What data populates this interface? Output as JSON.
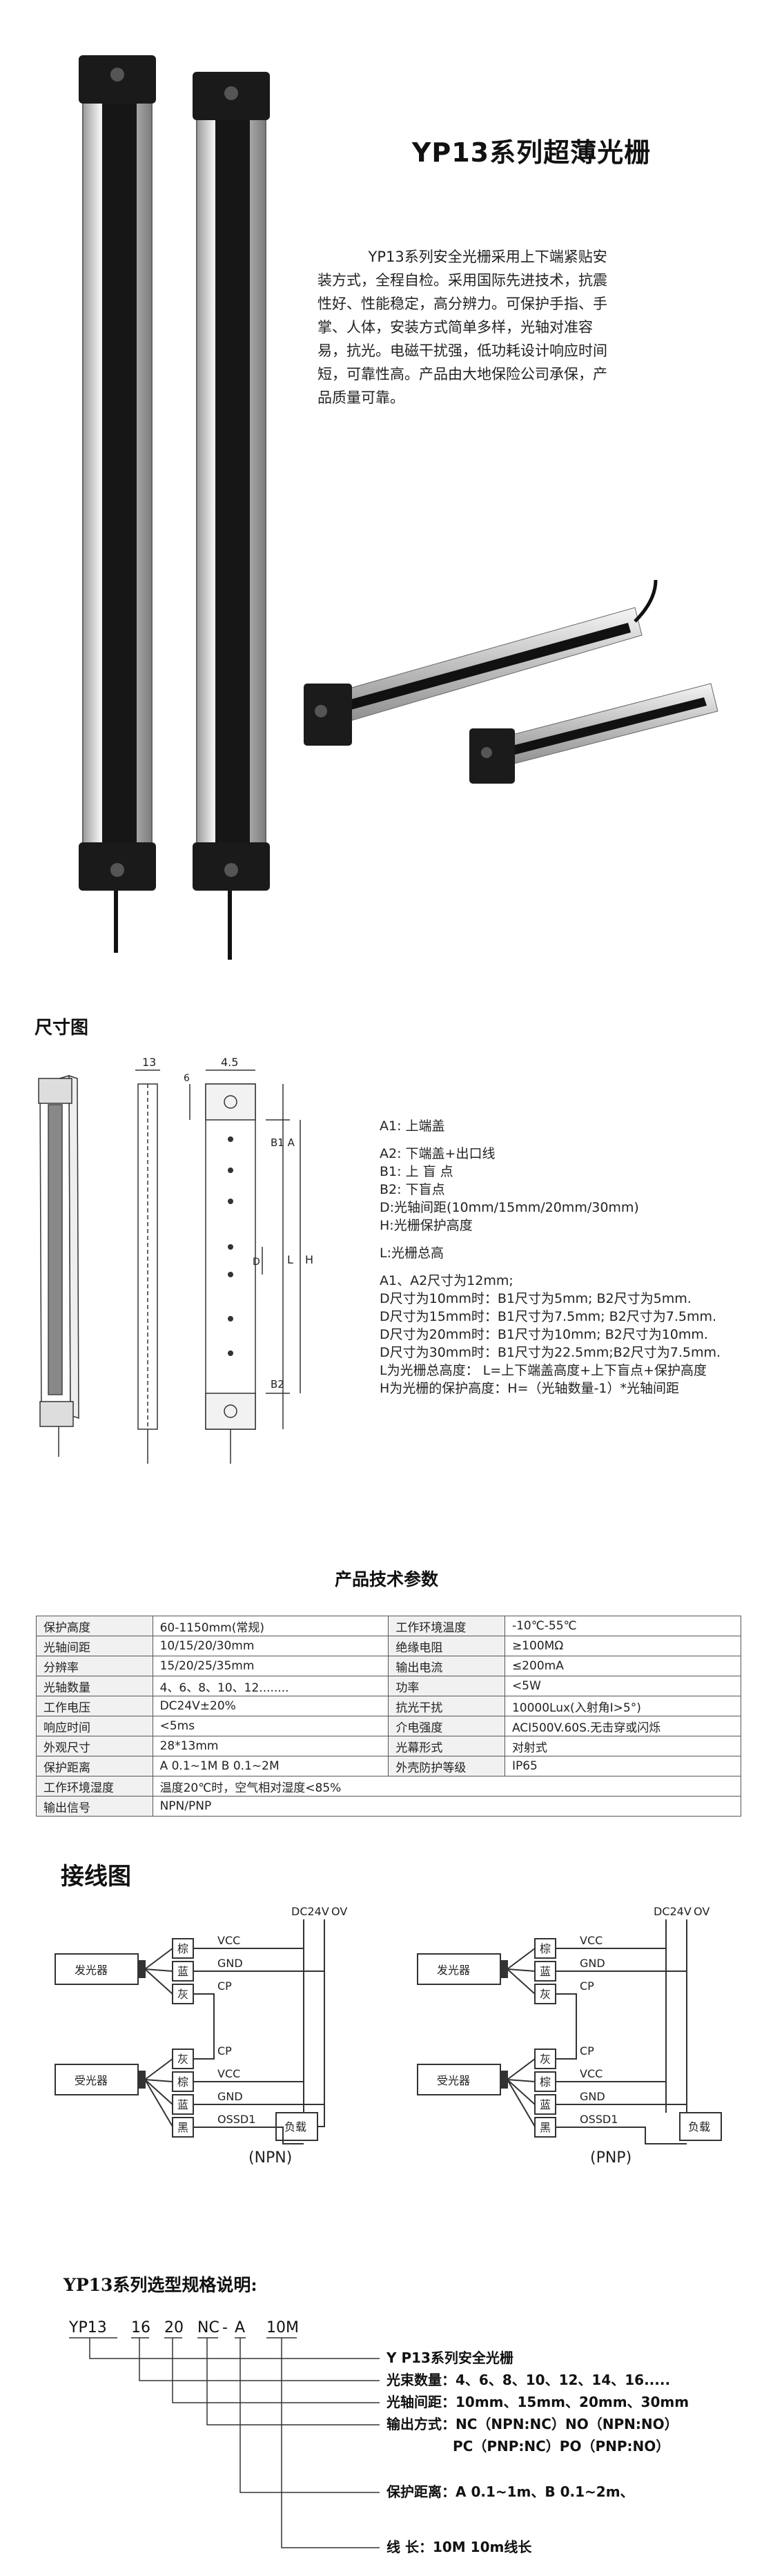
{
  "header": {
    "title": "YP13系列超薄光栅",
    "intro": "YP13系列安全光栅采用上下端紧贴安装方式，全程自检。采用国际先进技术，抗震性好、性能稳定，高分辨力。可保护手指、手掌、人体，安装方式简单多样，光轴对准容易，抗光。电磁干扰强，低功耗设计响应时间短，可靠性高。产品由大地保险公司承保，产品质量可靠。"
  },
  "dimensions": {
    "heading": "尺寸图",
    "width_label": "13",
    "depth_label": "4.5",
    "offset_label": "6",
    "drawing_labels": {
      "b1a": "B1 A",
      "h": "H",
      "l": "L",
      "d": "D",
      "b2": "B2"
    },
    "notes": [
      "A1: 上端盖",
      "A2: 下端盖+出口线",
      "B1: 上 盲 点",
      "B2: 下盲点",
      "D:光轴间距(10mm/15mm/20mm/30mm)",
      "H:光栅保护高度",
      "L:光栅总高",
      "A1、A2尺寸为12mm;",
      "D尺寸为10mm时：B1尺寸为5mm;      B2尺寸为5mm.",
      "D尺寸为15mm时：B1尺寸为7.5mm;  B2尺寸为7.5mm.",
      "D尺寸为20mm时：B1尺寸为10mm;    B2尺寸为10mm.",
      "D尺寸为30mm时：B1尺寸为22.5mm;B2尺寸为7.5mm.",
      "L为光栅总高度：   L=上下端盖高度+上下盲点+保护高度",
      "H为光栅的保护高度：H=（光轴数量-1）*光轴间距"
    ]
  },
  "spec": {
    "heading": "产品技术参数",
    "rows": [
      [
        "保护高度",
        "60-1150mm(常规)",
        "工作环境温度",
        "-10℃-55℃"
      ],
      [
        "光轴间距",
        "10/15/20/30mm",
        "绝缘电阻",
        "≥100MΩ"
      ],
      [
        "分辨率",
        "15/20/25/35mm",
        "输出电流",
        "≤200mA"
      ],
      [
        "光轴数量",
        "4、6、8、10、12........",
        "功率",
        "<5W"
      ],
      [
        "工作电压",
        "DC24V±20%",
        "抗光干扰",
        "10000Lux(入射角I>5°)"
      ],
      [
        "响应时间",
        "<5ms",
        "介电强度",
        "ACI500V.60S.无击穿或闪烁"
      ],
      [
        "外观尺寸",
        "28*13mm",
        "光幕形式",
        "对射式"
      ],
      [
        "保护距离",
        "A 0.1~1M     B 0.1~2M",
        "外壳防护等级",
        "IP65"
      ]
    ],
    "wide_rows": [
      [
        "工作环境湿度",
        "温度20℃时，空气相对湿度<85%"
      ],
      [
        "输出信号",
        "NPN/PNP"
      ]
    ]
  },
  "wiring": {
    "heading": "接线图",
    "emitter": "发光器",
    "receiver": "受光器",
    "supply_pos": "DC24V",
    "supply_neg": "OV",
    "colors": [
      "棕",
      "蓝",
      "灰",
      "灰",
      "棕",
      "蓝",
      "黑"
    ],
    "signals": [
      "VCC",
      "GND",
      "CP",
      "CP",
      "VCC",
      "GND",
      "OSSD1"
    ],
    "load": "负载",
    "npn_caption": "(NPN)",
    "pnp_caption": "(PNP)"
  },
  "selection": {
    "heading": "YP13系列选型规格说明:",
    "code_parts": [
      "YP13",
      "16",
      "20",
      "NC",
      "-",
      "A",
      "10M"
    ],
    "lines": [
      "Y P13系列安全光栅",
      "光束数量：4、6、8、10、12、14、16.....",
      "光轴间距：10mm、15mm、20mm、30mm",
      "输出方式：NC（NPN:NC）NO（NPN:NO）",
      "PC（PNP:NC）PO（PNP:NO）",
      "保护距离：A 0.1~1m、B 0.1~2m、",
      "线      长：10M 10m线长"
    ]
  }
}
